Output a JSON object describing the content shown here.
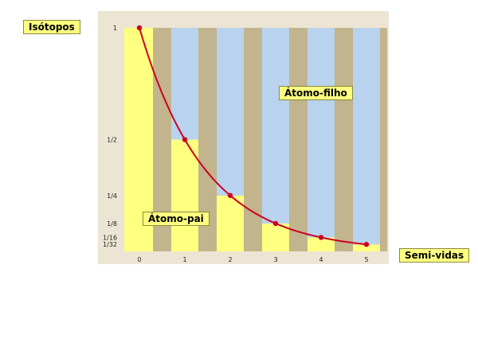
{
  "chart_data": {
    "type": "bar",
    "xlabel": "Semi-vidas",
    "ylabel": "Isótopos",
    "x": [
      0,
      1,
      2,
      3,
      4,
      5
    ],
    "x_tick_labels": [
      "0",
      "1",
      "2",
      "3",
      "4",
      "5"
    ],
    "y_tick_labels": [
      "1",
      "1/2",
      "1/4",
      "1/8",
      "1/16",
      "1/32"
    ],
    "y_tick_values": [
      1,
      0.5,
      0.25,
      0.125,
      0.0625,
      0.03125
    ],
    "ylim": [
      0,
      1
    ],
    "series": [
      {
        "name": "Átomo-pai",
        "values": [
          1,
          0.5,
          0.25,
          0.125,
          0.0625,
          0.03125
        ]
      },
      {
        "name": "Átomo-filho",
        "values": [
          0,
          0.5,
          0.75,
          0.875,
          0.9375,
          0.96875
        ]
      }
    ],
    "curve": [
      1,
      0.5,
      0.25,
      0.125,
      0.0625,
      0.03125
    ],
    "stacked": true,
    "grid": false,
    "colors": {
      "parent": "#ffff80",
      "daughter": "#b9d3ee",
      "gap": "#c2b48c",
      "curve": "#cc0022",
      "panel": "#ede5d3"
    }
  }
}
